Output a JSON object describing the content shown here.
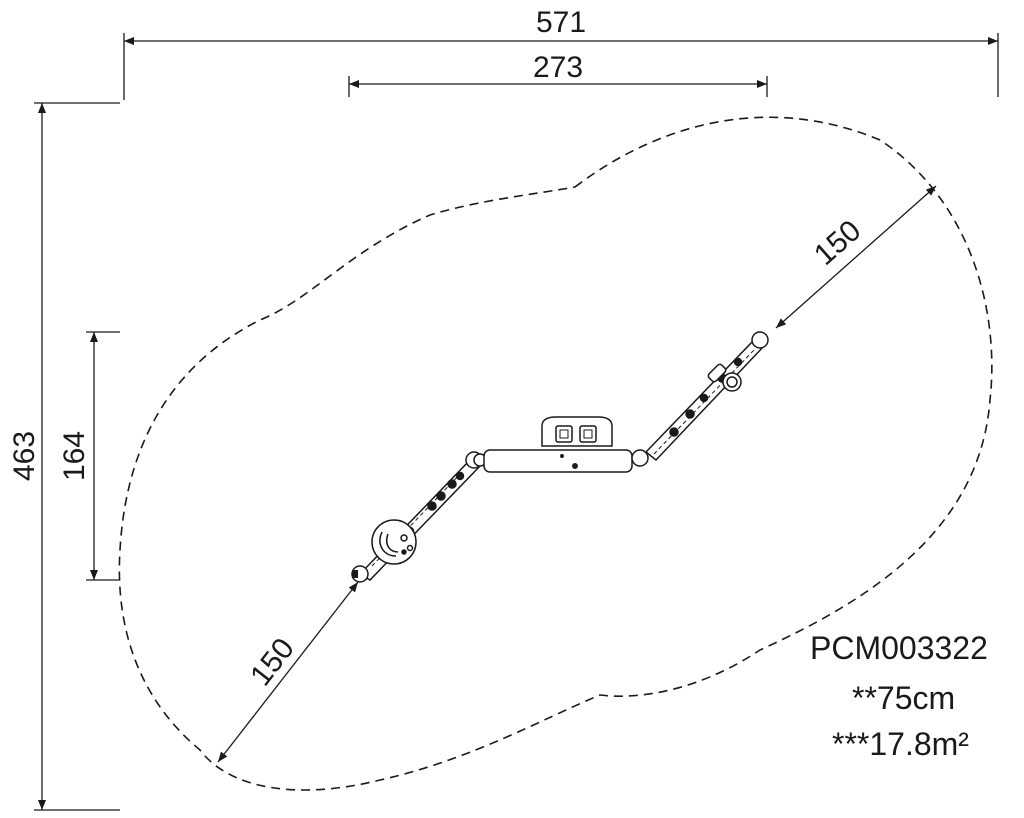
{
  "dimensions": {
    "overall_width": "571",
    "equipment_width": "273",
    "overall_height": "463",
    "equipment_height": "164",
    "safety_zone_top_right": "150",
    "safety_zone_bottom_left": "150"
  },
  "info": {
    "product_code": "PCM003322",
    "fall_height": "**75cm",
    "safety_area": "***17.8m²"
  },
  "colors": {
    "line": "#1a1a1a",
    "background": "#ffffff"
  }
}
